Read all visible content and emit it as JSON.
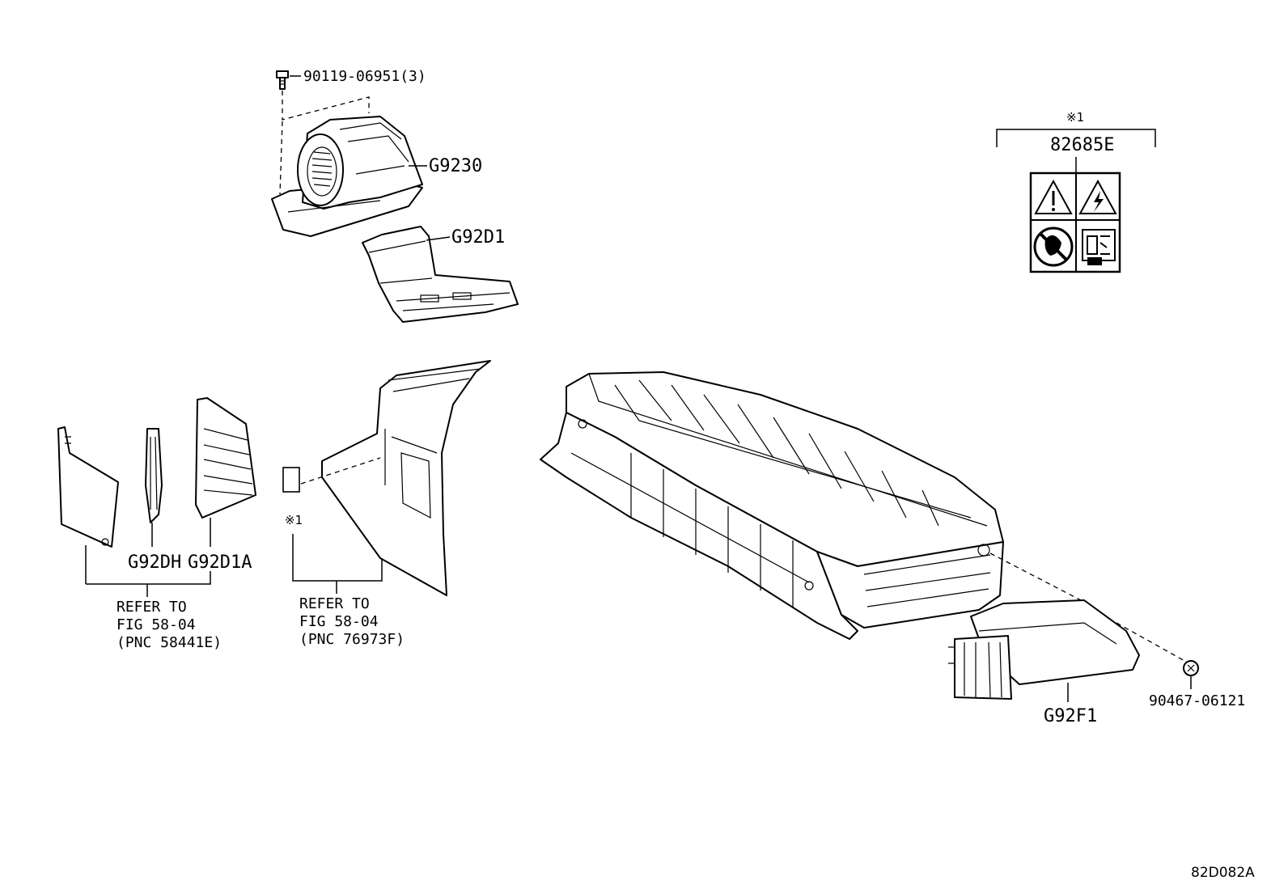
{
  "diagram_id": "82D082A",
  "parts": {
    "bolt": "90119-06951(3)",
    "blower": "G9230",
    "intake_duct": "G92D1",
    "cover_label": "82685E",
    "cover_label_note": "※1",
    "duct_h": "G92DH",
    "duct_1a": "G92D1A",
    "exhaust_duct": "G92F1",
    "clip": "90467-06121",
    "small_label_note": "※1"
  },
  "refer_left": {
    "line1": "REFER TO",
    "line2": "FIG 58-04",
    "line3": "(PNC 58441E)"
  },
  "refer_right": {
    "line1": "REFER TO",
    "line2": "FIG 58-04",
    "line3": "(PNC 76973F)"
  },
  "icons": [
    "warning-triangle-icon",
    "electric-shock-icon",
    "no-disassembly-icon",
    "manual-book-icon"
  ]
}
